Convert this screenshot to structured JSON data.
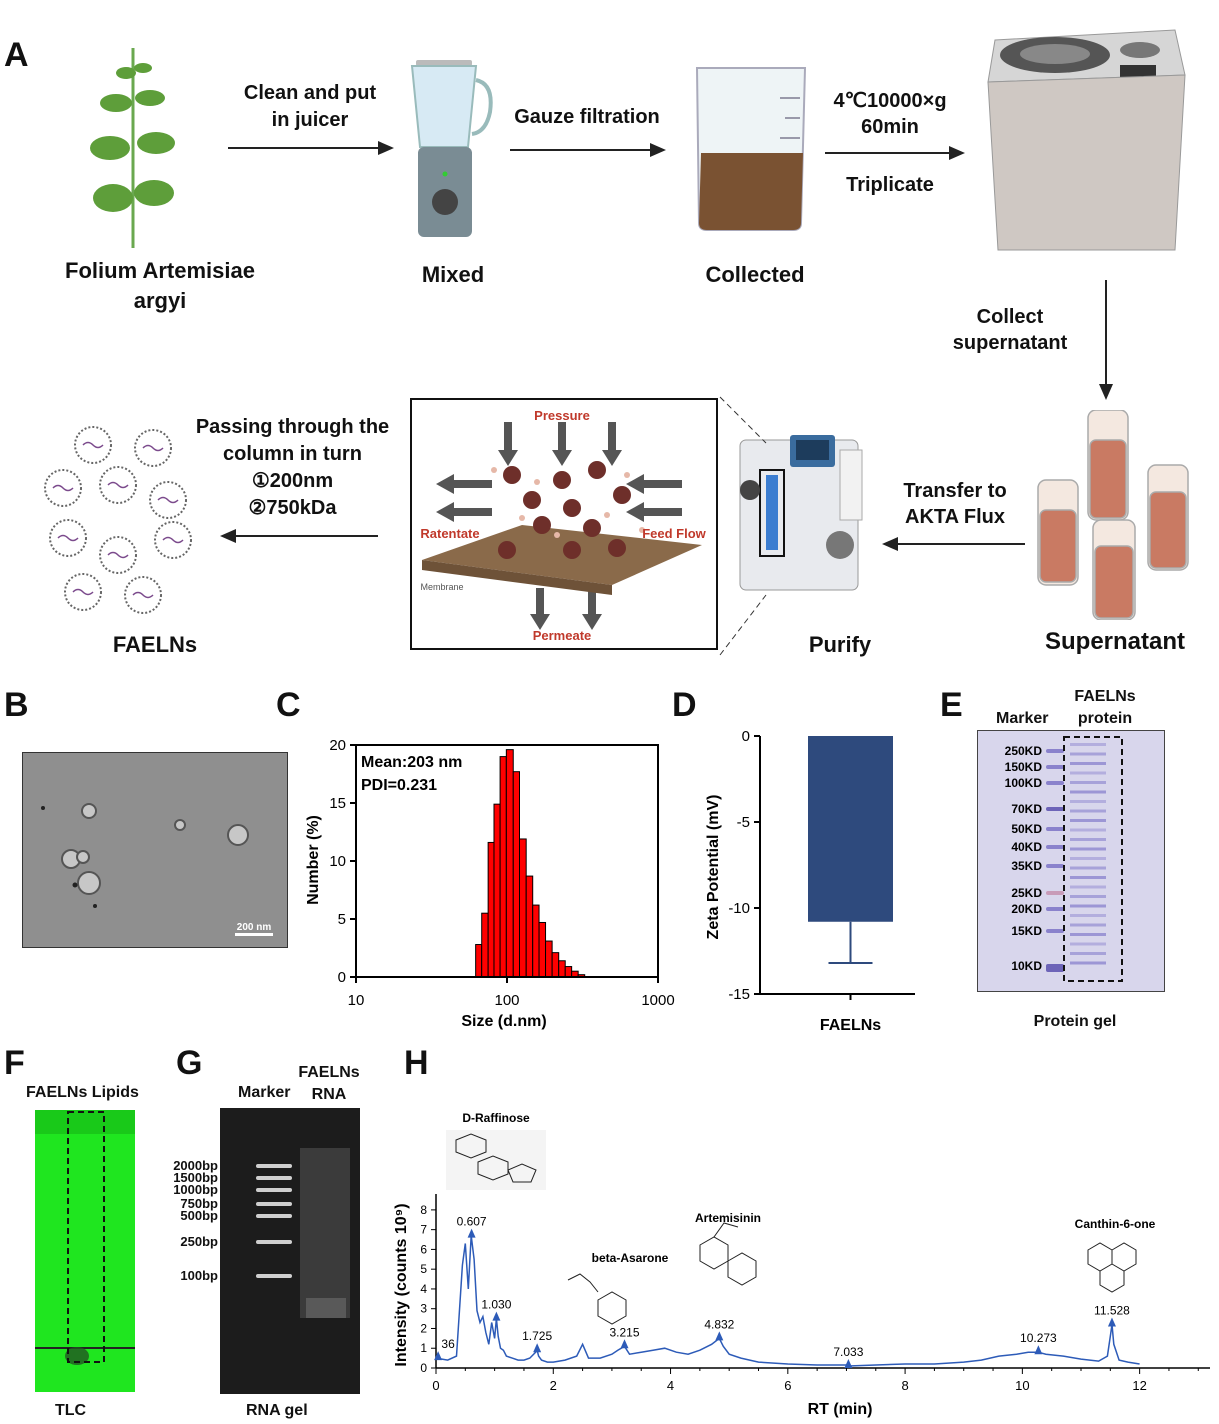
{
  "panels": {
    "A": "A",
    "B": "B",
    "C": "C",
    "D": "D",
    "E": "E",
    "F": "F",
    "G": "G",
    "H": "H"
  },
  "workflow": {
    "plant_label_1": "Folium Artemisiae",
    "plant_label_2": "argyi",
    "step1_line1": "Clean and put",
    "step1_line2": "in juicer",
    "mixed": "Mixed",
    "step2": "Gauze filtration",
    "collected": "Collected",
    "step3_line1": "4℃10000×g",
    "step3_line2": "60min",
    "step3_line3": "Triplicate",
    "collect_sup_1": "Collect",
    "collect_sup_2": "supernatant",
    "supernatant": "Supernatant",
    "transfer_1": "Transfer to",
    "transfer_2": "AKTA Flux",
    "purify": "Purify",
    "pressure": "Pressure",
    "ratentate": "Ratentate",
    "feed_flow": "Feed Flow",
    "membrane": "Membrane",
    "permeate": "Permeate",
    "passing_1": "Passing through the",
    "passing_2": "column in turn",
    "passing_3": "①200nm",
    "passing_4": "②750kDa",
    "faelns": "FAELNs"
  },
  "tem": {
    "scale_bar": "200 nm"
  },
  "colors": {
    "histogram": "#ff0000",
    "zeta_bar": "#2e4a7d",
    "chromatogram": "#2d5bb8",
    "tlc": "#00e600"
  },
  "chart_data": [
    {
      "type": "bar",
      "panel": "C",
      "xlabel": "Size (d.nm)",
      "ylabel": "Number (%)",
      "x_scale": "log",
      "xlim": [
        10,
        1000
      ],
      "ylim": [
        0,
        20
      ],
      "xticks": [
        "10",
        "100",
        "1000"
      ],
      "yticks": [
        "0",
        "5",
        "10",
        "15",
        "20"
      ],
      "annotation_1": "Mean:203 nm",
      "annotation_2": "PDI=0.231",
      "bins": [
        {
          "x0": 62,
          "x1": 68,
          "y": 2.8
        },
        {
          "x0": 68,
          "x1": 75,
          "y": 5.5
        },
        {
          "x0": 75,
          "x1": 82,
          "y": 11.6
        },
        {
          "x0": 82,
          "x1": 90,
          "y": 14.9
        },
        {
          "x0": 90,
          "x1": 99,
          "y": 19.0
        },
        {
          "x0": 99,
          "x1": 110,
          "y": 19.6
        },
        {
          "x0": 110,
          "x1": 121,
          "y": 17.7
        },
        {
          "x0": 121,
          "x1": 134,
          "y": 11.9
        },
        {
          "x0": 134,
          "x1": 148,
          "y": 8.7
        },
        {
          "x0": 148,
          "x1": 163,
          "y": 6.2
        },
        {
          "x0": 163,
          "x1": 180,
          "y": 4.7
        },
        {
          "x0": 180,
          "x1": 199,
          "y": 3.1
        },
        {
          "x0": 199,
          "x1": 220,
          "y": 2.1
        },
        {
          "x0": 220,
          "x1": 243,
          "y": 1.4
        },
        {
          "x0": 243,
          "x1": 268,
          "y": 0.9
        },
        {
          "x0": 268,
          "x1": 296,
          "y": 0.5
        },
        {
          "x0": 296,
          "x1": 327,
          "y": 0.2
        }
      ]
    },
    {
      "type": "bar",
      "panel": "D",
      "categories": [
        "FAELNs"
      ],
      "values": [
        -10.8
      ],
      "error": [
        2.4
      ],
      "ylabel": "Zeta Potential (mV)",
      "ylim": [
        -15,
        0
      ],
      "yticks": [
        "0",
        "-5",
        "-10",
        "-15"
      ]
    },
    {
      "type": "line",
      "panel": "H",
      "xlabel": "RT (min)",
      "ylabel": "Intensity (counts 10⁹)",
      "xlim": [
        0,
        13.2
      ],
      "ylim": [
        0,
        8.5
      ],
      "xticks": [
        "0",
        "2",
        "4",
        "6",
        "8",
        "10",
        "12"
      ],
      "yticks": [
        "0",
        "1",
        "2",
        "3",
        "4",
        "5",
        "6",
        "7",
        "8"
      ],
      "peaks": [
        {
          "rt": 0.036,
          "label": "36",
          "y": 0.5
        },
        {
          "rt": 0.607,
          "label": "0.607",
          "y": 6.7
        },
        {
          "rt": 1.03,
          "label": "1.030",
          "y": 2.5
        },
        {
          "rt": 1.725,
          "label": "1.725",
          "y": 0.9
        },
        {
          "rt": 3.215,
          "label": "3.215",
          "y": 1.1
        },
        {
          "rt": 4.832,
          "label": "4.832",
          "y": 1.5
        },
        {
          "rt": 7.033,
          "label": "7.033",
          "y": 0.1
        },
        {
          "rt": 10.273,
          "label": "10.273",
          "y": 0.8
        },
        {
          "rt": 11.528,
          "label": "11.528",
          "y": 2.2
        }
      ],
      "compounds": {
        "raffinose": "D-Raffinose",
        "asarone": "beta-Asarone",
        "artemisinin": "Artemisinin",
        "canthin": "Canthin-6-one"
      },
      "series": [
        {
          "x": [
            0.0,
            0.2,
            0.35,
            0.45,
            0.5,
            0.55,
            0.6,
            0.65,
            0.7,
            0.75,
            0.8,
            0.85,
            0.9,
            0.95,
            1.0,
            1.03,
            1.06,
            1.1,
            1.15,
            1.2,
            1.3,
            1.4,
            1.5,
            1.6,
            1.7,
            1.725,
            1.75,
            1.8,
            1.9,
            2.0,
            2.2,
            2.4,
            2.5,
            2.6,
            2.8,
            3.0,
            3.1,
            3.215,
            3.3,
            3.5,
            3.7,
            3.9,
            4.1,
            4.3,
            4.5,
            4.7,
            4.832,
            4.9,
            5.0,
            5.2,
            5.5,
            6.0,
            6.5,
            7.0,
            7.033,
            7.5,
            8.0,
            8.5,
            9.0,
            9.3,
            9.6,
            9.9,
            10.1,
            10.273,
            10.4,
            10.7,
            11.0,
            11.3,
            11.45,
            11.5,
            11.528,
            11.56,
            11.65,
            11.8,
            12.0
          ],
          "y": [
            0.5,
            0.4,
            0.6,
            5.2,
            6.3,
            4.0,
            6.7,
            5.5,
            2.9,
            2.3,
            2.6,
            1.8,
            1.2,
            2.3,
            1.5,
            2.5,
            1.6,
            1.0,
            0.9,
            0.6,
            0.5,
            0.4,
            0.4,
            0.5,
            0.8,
            0.9,
            0.6,
            0.4,
            0.3,
            0.3,
            0.4,
            0.6,
            1.2,
            0.5,
            0.5,
            0.7,
            0.9,
            1.1,
            0.7,
            0.8,
            0.9,
            1.0,
            0.8,
            0.7,
            0.9,
            1.2,
            1.5,
            1.1,
            0.7,
            0.5,
            0.3,
            0.2,
            0.15,
            0.15,
            0.1,
            0.15,
            0.2,
            0.2,
            0.3,
            0.4,
            0.6,
            0.7,
            0.8,
            0.8,
            0.7,
            0.6,
            0.45,
            0.35,
            0.6,
            1.6,
            2.2,
            1.2,
            0.4,
            0.3,
            0.2
          ]
        }
      ]
    }
  ],
  "protein_gel": {
    "marker_header": "Marker",
    "sample_header_1": "FAELNs",
    "sample_header_2": "protein",
    "markers": [
      "250KD",
      "150KD",
      "100KD",
      "70KD",
      "50KD",
      "40KD",
      "35KD",
      "25KD",
      "20KD",
      "15KD",
      "10KD"
    ],
    "caption": "Protein gel"
  },
  "tlc": {
    "header": "FAELNs Lipids",
    "caption": "TLC"
  },
  "rna_gel": {
    "marker_header": "Marker",
    "sample_header_1": "FAELNs",
    "sample_header_2": "RNA",
    "markers": [
      "2000bp",
      "1500bp",
      "1000bp",
      "750bp",
      "500bp",
      "250bp",
      "100bp"
    ],
    "caption": "RNA gel"
  }
}
